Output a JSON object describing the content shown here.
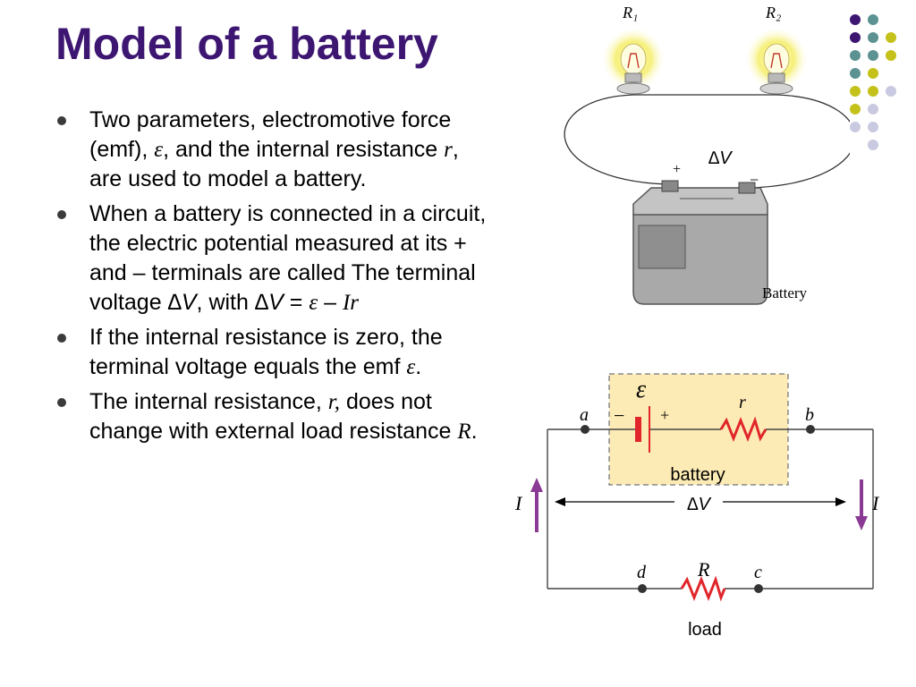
{
  "slide": {
    "title": "Model of a battery",
    "bullets": [
      {
        "t1": "Two parameters, electromotive force (emf), ",
        "emf_symbol": "ε",
        "t2": ", and the internal resistance ",
        "r_symbol": "r",
        "t3": ", are used to model a battery."
      },
      {
        "t1": "When a battery is connected in a circuit, the electric potential measured at its + and – terminals are called The terminal voltage ",
        "dv1": "∆V",
        "t2": ", with ",
        "dv2": "∆V",
        "t3": " = ",
        "emf_symbol": "ε",
        "t4": " – ",
        "ir": "Ir"
      },
      {
        "t1": "If the internal resistance is zero, the terminal voltage equals the emf ",
        "emf_symbol": "ε",
        "t2": "."
      },
      {
        "t1": "The internal resistance, ",
        "r_symbol": "r,",
        "t2": " does not change with external load resistance ",
        "R_symbol": "R",
        "t3": "."
      }
    ]
  },
  "figure_top": {
    "bulb1_label": "R₁",
    "bulb2_label": "R₂",
    "dv_label": "∆V",
    "plus": "+",
    "minus": "−",
    "battery_label": "Battery"
  },
  "figure_bottom": {
    "emf_label": "ε",
    "r_label": "r",
    "a_label": "a",
    "b_label": "b",
    "c_label": "c",
    "d_label": "d",
    "neg_terminal": "−",
    "pos_terminal": "+",
    "battery_text": "battery",
    "dv_label": "∆V",
    "current_left": "I",
    "current_right": "I",
    "R_label": "R",
    "load_text": "load"
  },
  "colors": {
    "title": "#3d1672",
    "battery_box_fill": "#fdebb5",
    "battery_box_border": "#8a8a8a",
    "resistor": "#e0262b",
    "current_arrow": "#8a3a94",
    "bulb_glow": "#f6f07a",
    "dot_purple": "#3d1672",
    "dot_teal": "#5c9292",
    "dot_olive": "#c4c11a",
    "dot_lavender": "#c9c9e1"
  }
}
